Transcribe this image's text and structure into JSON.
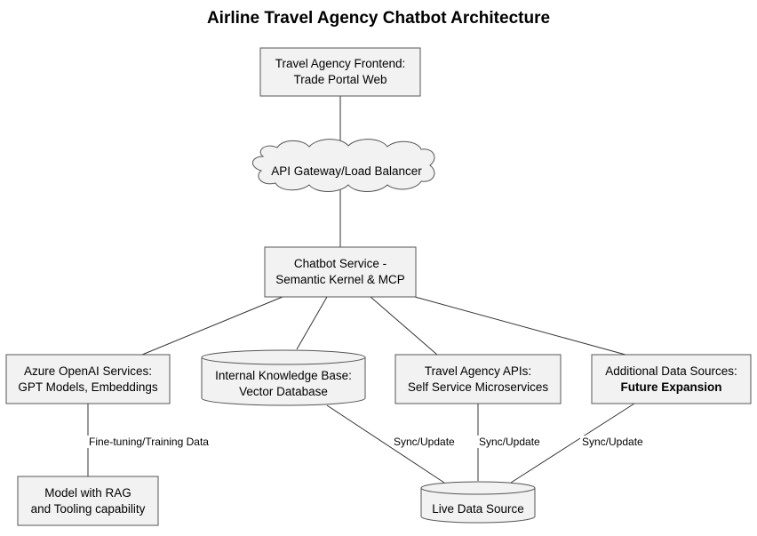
{
  "title": "Airline Travel Agency Chatbot Architecture",
  "colors": {
    "node_fill": "#f2f2f2",
    "node_stroke": "#555555",
    "edge": "#333333"
  },
  "nodes": {
    "frontend": {
      "line1": "Travel Agency Frontend:",
      "line2": "Trade Portal Web",
      "shape": "rectangle"
    },
    "gateway": {
      "line1": "API Gateway/Load Balancer",
      "shape": "cloud"
    },
    "chatbot": {
      "line1": "Chatbot Service -",
      "line2": "Semantic Kernel & MCP",
      "shape": "rectangle"
    },
    "azure": {
      "line1": "Azure OpenAI Services:",
      "line2": "GPT Models, Embeddings",
      "shape": "rectangle"
    },
    "knowledge": {
      "line1": "Internal Knowledge Base:",
      "line2": "Vector Database",
      "shape": "cylinder"
    },
    "apis": {
      "line1": "Travel Agency APIs:",
      "line2": "Self Service Microservices",
      "shape": "rectangle"
    },
    "additional": {
      "line1": "Additional Data Sources:",
      "line2": "Future Expansion",
      "shape": "rectangle"
    },
    "model": {
      "line1": "Model with RAG",
      "line2": "and Tooling capability",
      "shape": "rectangle"
    },
    "live": {
      "line1": "Live Data Source",
      "shape": "cylinder"
    }
  },
  "edges": [
    {
      "from": "frontend",
      "to": "gateway",
      "label": ""
    },
    {
      "from": "gateway",
      "to": "chatbot",
      "label": ""
    },
    {
      "from": "chatbot",
      "to": "azure",
      "label": ""
    },
    {
      "from": "chatbot",
      "to": "knowledge",
      "label": ""
    },
    {
      "from": "chatbot",
      "to": "apis",
      "label": ""
    },
    {
      "from": "chatbot",
      "to": "additional",
      "label": ""
    },
    {
      "from": "azure",
      "to": "model",
      "label": "Fine-tuning/Training Data"
    },
    {
      "from": "knowledge",
      "to": "live",
      "label": "Sync/Update"
    },
    {
      "from": "apis",
      "to": "live",
      "label": "Sync/Update"
    },
    {
      "from": "additional",
      "to": "live",
      "label": "Sync/Update"
    }
  ]
}
